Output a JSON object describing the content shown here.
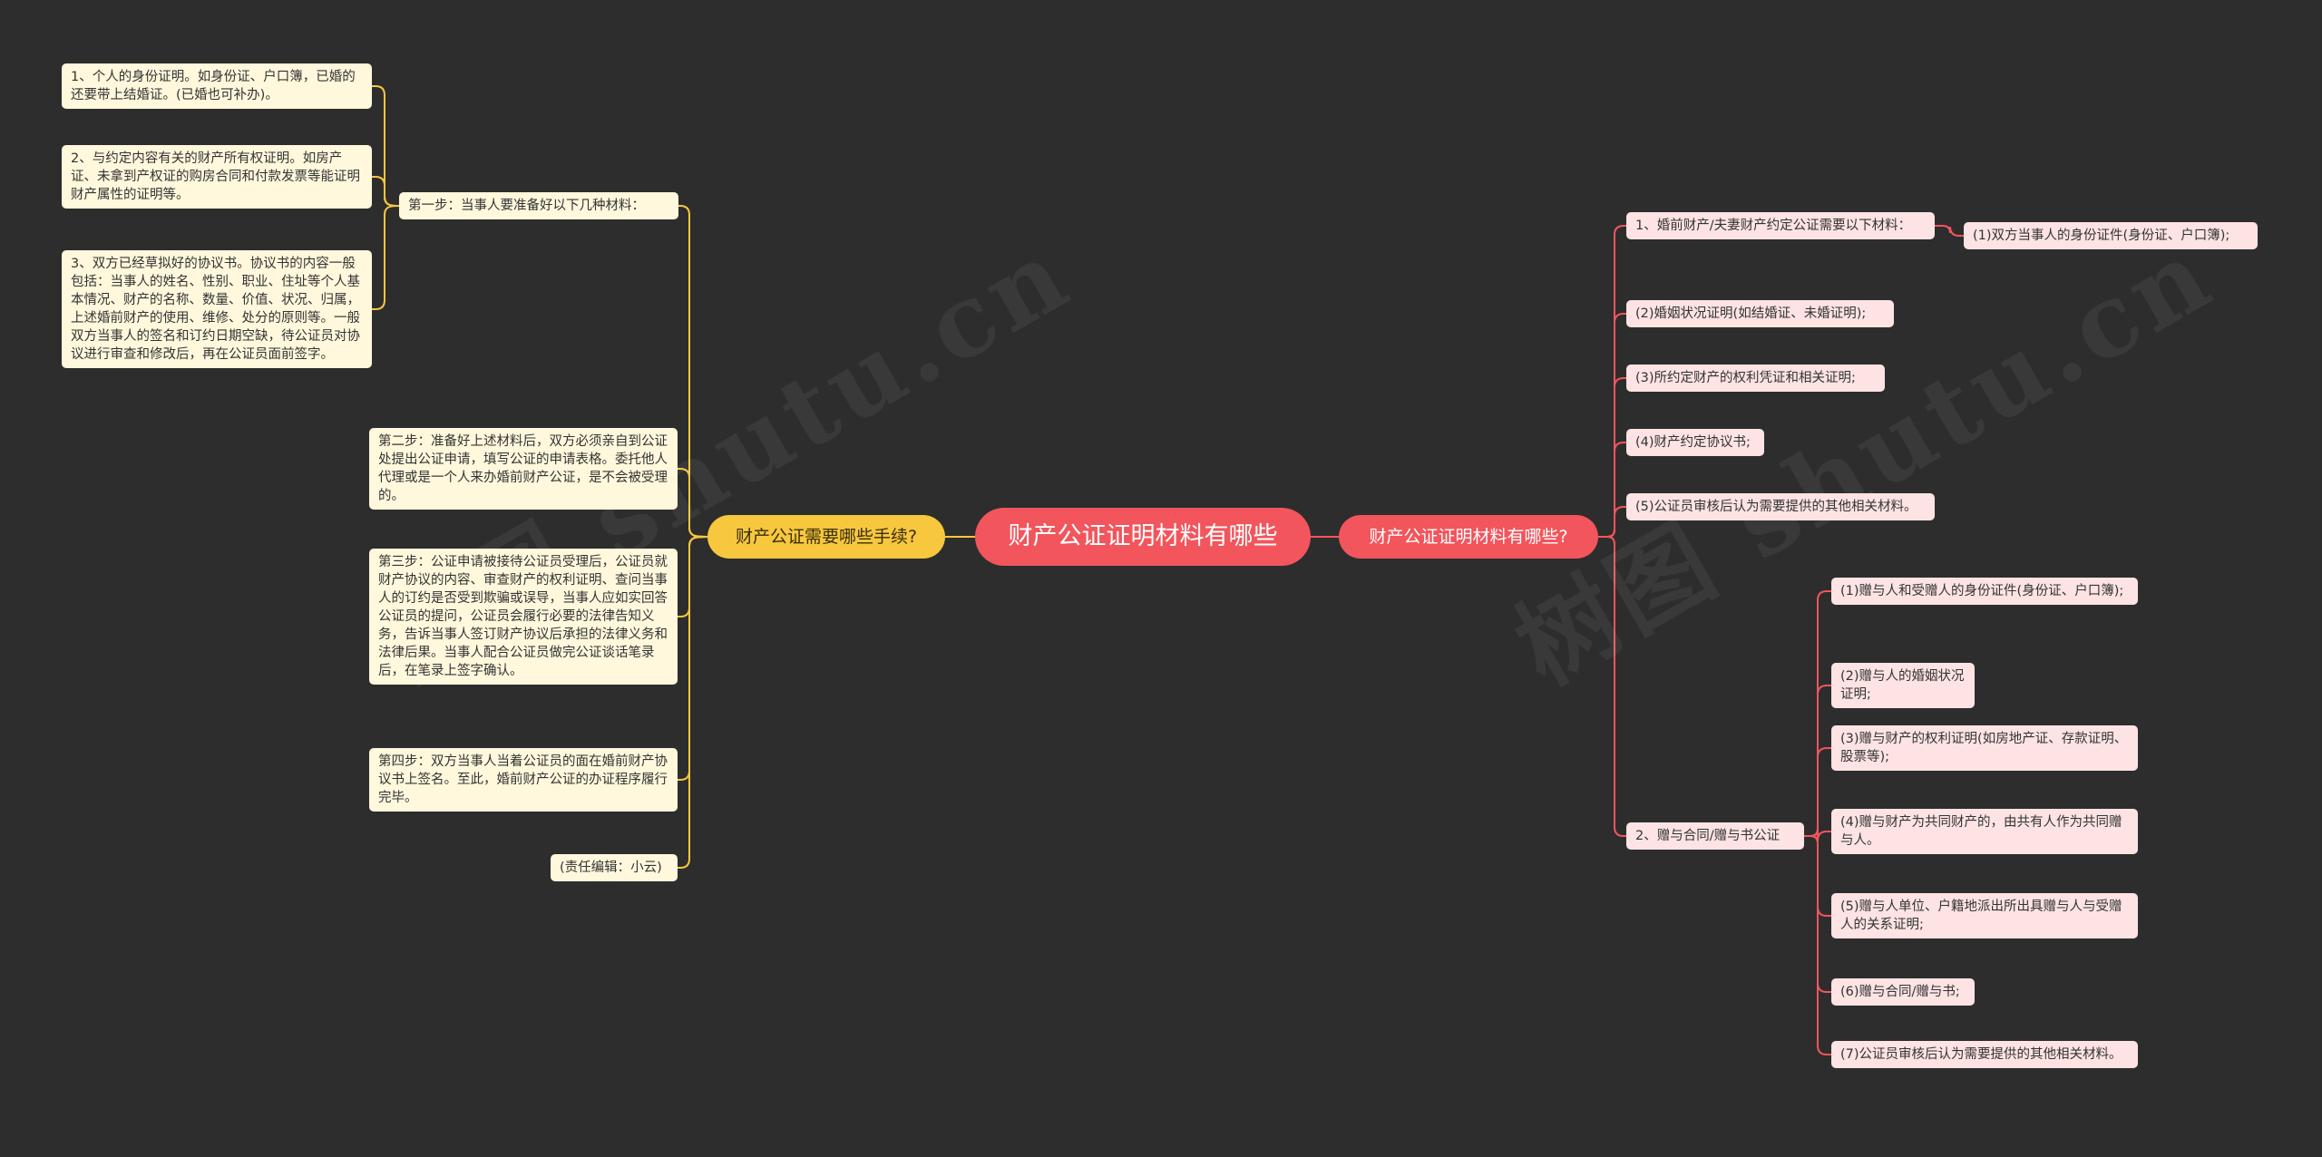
{
  "root": {
    "title": "财产公证证明材料有哪些"
  },
  "left_branch": {
    "label": "财产公证需要哪些手续?",
    "step1": {
      "label": "第一步：当事人要准备好以下几种材料：",
      "items": [
        "1、个人的身份证明。如身份证、户口簿，已婚的还要带上结婚证。(已婚也可补办)。",
        "2、与约定内容有关的财产所有权证明。如房产证、未拿到产权证的购房合同和付款发票等能证明财产属性的证明等。",
        "3、双方已经草拟好的协议书。协议书的内容一般包括：当事人的姓名、性别、职业、住址等个人基本情况、财产的名称、数量、价值、状况、归属，上述婚前财产的使用、维修、处分的原则等。一般双方当事人的签名和订约日期空缺，待公证员对协议进行审查和修改后，再在公证员面前签字。"
      ]
    },
    "step2": "第二步：准备好上述材料后，双方必须亲自到公证处提出公证申请，填写公证的申请表格。委托他人代理或是一个人来办婚前财产公证，是不会被受理的。",
    "step3": "第三步：公证申请被接待公证员受理后，公证员就财产协议的内容、审查财产的权利证明、查问当事人的订约是否受到欺骗或误导，当事人应如实回答公证员的提问，公证员会履行必要的法律告知义务，告诉当事人签订财产协议后承担的法律义务和法律后果。当事人配合公证员做完公证谈话笔录后，在笔录上签字确认。",
    "step4": "第四步：双方当事人当着公证员的面在婚前财产协议书上签名。至此，婚前财产公证的办证程序履行完毕。",
    "editor": "(责任编辑：小云)"
  },
  "right_branch": {
    "label": "财产公证证明材料有哪些?",
    "group1": {
      "label": "1、婚前财产/夫妻财产约定公证需要以下材料：",
      "child": "(1)双方当事人的身份证件(身份证、户口簿);"
    },
    "items": [
      "(2)婚姻状况证明(如结婚证、未婚证明);",
      "(3)所约定财产的权利凭证和相关证明;",
      "(4)财产约定协议书;",
      "(5)公证员审核后认为需要提供的其他相关材料。"
    ],
    "group2": {
      "label": "2、赠与合同/赠与书公证",
      "items": [
        "(1)赠与人和受赠人的身份证件(身份证、户口簿);",
        "(2)赠与人的婚姻状况证明;",
        "(3)赠与财产的权利证明(如房地产证、存款证明、股票等);",
        "(4)赠与财产为共同财产的，由共有人作为共同赠与人。",
        "(5)赠与人单位、户籍地派出所出具赠与人与受赠人的关系证明;",
        "(6)赠与合同/赠与书;",
        "(7)公证员审核后认为需要提供的其他相关材料。"
      ]
    }
  },
  "colors": {
    "background": "#2d2d2d",
    "left_line": "#f7c73e",
    "right_line": "#f2555c",
    "root": "#f2555c",
    "left_leaf": "#fff8dc",
    "right_leaf": "#fde3e3"
  }
}
